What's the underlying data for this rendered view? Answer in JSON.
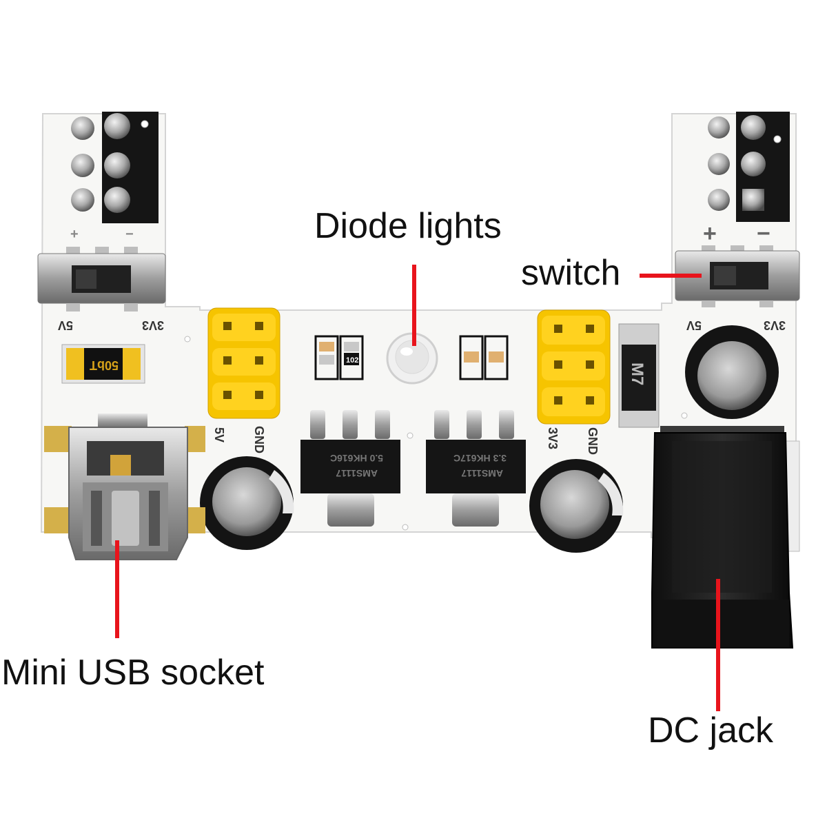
{
  "callouts": {
    "diode_lights": "Diode lights",
    "switch": "switch",
    "mini_usb": "Mini USB socket",
    "dc_jack": "DC jack"
  },
  "silkscreen": {
    "plus": "+",
    "minus": "−",
    "v5": "5V",
    "v3": "3V3",
    "gnd": "GND",
    "fuse": "50bT",
    "diode": "M7",
    "reg_left_line1": "AMS1117",
    "reg_left_line2": "5.0  HK616C",
    "reg_right_line1": "AMS1117",
    "reg_right_line2": "3.3 HK617C",
    "resistor": "102"
  },
  "colors": {
    "pcb": "#f7f7f5",
    "header_yellow": "#f6c400",
    "pointer_red": "#e8141c",
    "component_black": "#1a1a1a"
  }
}
